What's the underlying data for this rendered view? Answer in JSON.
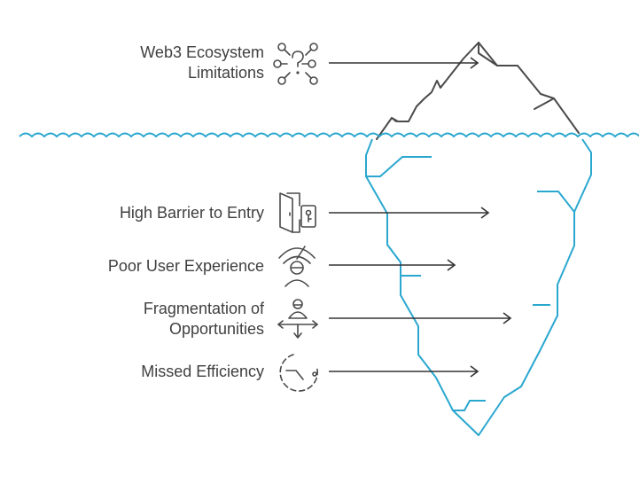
{
  "items": [
    {
      "label": "Web3 Ecosystem\nLimitations",
      "icon": "network-question-icon"
    },
    {
      "label": "High Barrier to Entry",
      "icon": "door-lock-icon"
    },
    {
      "label": "Poor User Experience",
      "icon": "user-gauge-icon"
    },
    {
      "label": "Fragmentation of\nOpportunities",
      "icon": "user-arrows-icon"
    },
    {
      "label": "Missed Efficiency",
      "icon": "clock-icon"
    }
  ],
  "colors": {
    "water": "#2aa7cf",
    "ink": "#4a4a4a",
    "text": "#3f3f3f"
  }
}
